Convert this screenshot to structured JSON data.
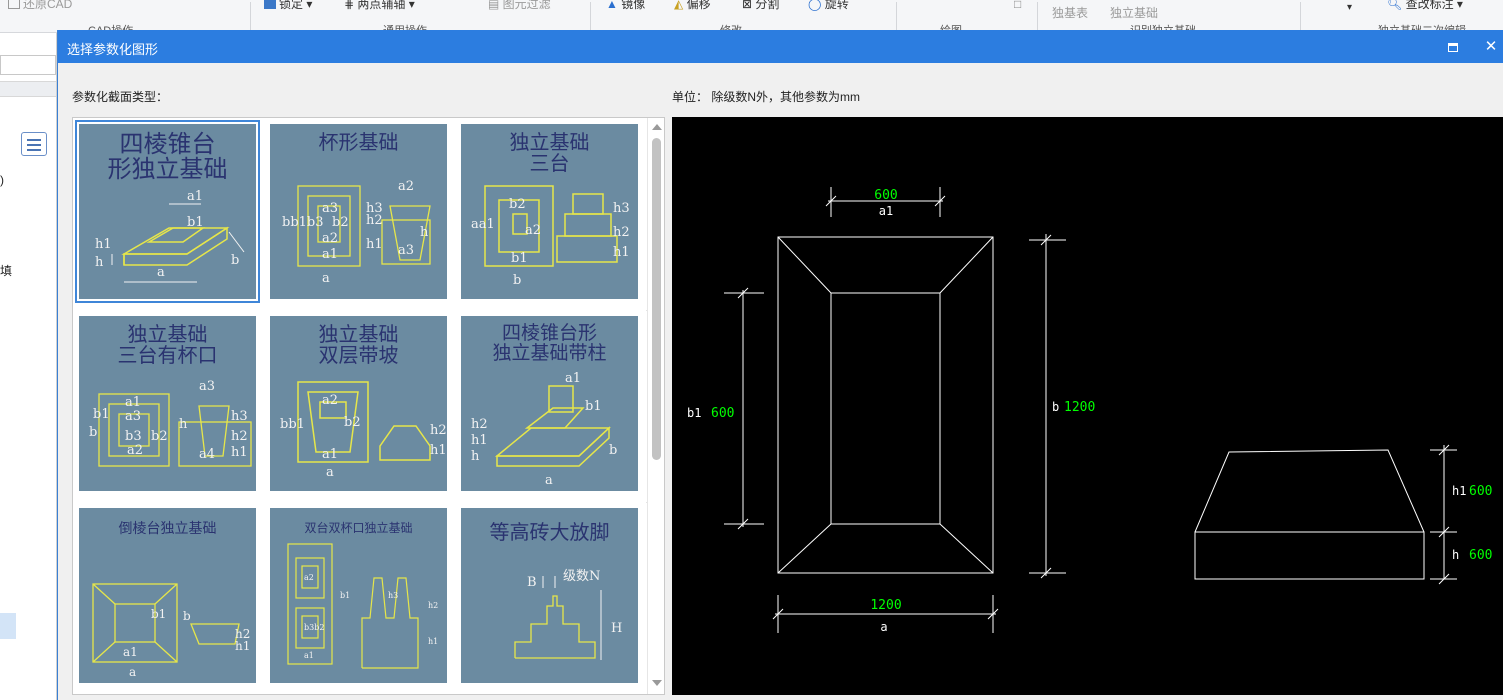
{
  "ribbon": {
    "restore_cad": "还原CAD",
    "cad_ops_group": "CAD操作",
    "lock": "锁定",
    "two_point_axis": "两点辅轴",
    "element_filter": "图元过滤",
    "common_ops_group": "通用操作",
    "mirror": "镜像",
    "offset": "偏移",
    "split": "分割",
    "rotate": "旋转",
    "modify_group": "修改",
    "draw_group": "绘图",
    "isolated_table": "独基表",
    "isolated_foundation": "独立基础",
    "recognize_group": "识别独立基础",
    "view_annotation": "查改标注",
    "annotation_group": "独立基础二次编辑"
  },
  "leftpanel": {
    "row1": ")",
    "row2": "填"
  },
  "dialog": {
    "title": "选择参数化图形",
    "section_type_label": "参数化截面类型：",
    "unit_label": "单位：  除级数N外，其他参数为mm",
    "gallery": [
      {
        "caption": "四棱锥台\n形独立基础"
      },
      {
        "caption": "杯形基础"
      },
      {
        "caption": "独立基础\n三台"
      },
      {
        "caption": "独立基础\n三台有杯口"
      },
      {
        "caption": "独立基础\n双层带坡"
      },
      {
        "caption": "四棱锥台形\n独立基础带柱"
      },
      {
        "caption": "倒棱台独立基础"
      },
      {
        "caption": "双台双杯口独立基础"
      },
      {
        "caption": "等高砖大放脚"
      }
    ],
    "selected_index": 0,
    "preview": {
      "a1_value": "600",
      "a1_name": "a1",
      "a_value": "1200",
      "a_name": "a",
      "b1_name": "b1",
      "b1_value": "600",
      "b_name": "b",
      "b_value": "1200",
      "h1_name": "h1",
      "h1_value": "600",
      "h_name": "h",
      "h_value": "600"
    }
  }
}
